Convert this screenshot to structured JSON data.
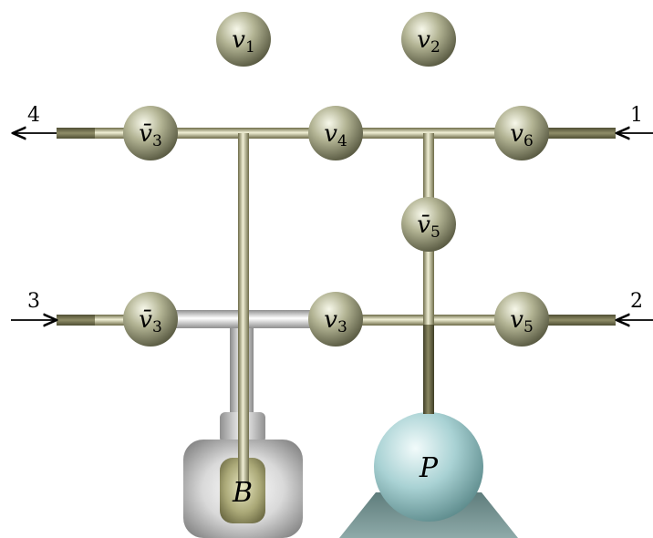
{
  "valves": {
    "v1": {
      "name": "v",
      "sub": "1"
    },
    "v2": {
      "name": "v",
      "sub": "2"
    },
    "v3bar_top": {
      "name": "v̄",
      "sub": "3"
    },
    "v4": {
      "name": "v",
      "sub": "4"
    },
    "v6": {
      "name": "v",
      "sub": "6"
    },
    "v5bar": {
      "name": "v̄",
      "sub": "5"
    },
    "v3bar_bottom": {
      "name": "v̄",
      "sub": "3"
    },
    "v3": {
      "name": "v",
      "sub": "3"
    },
    "v5": {
      "name": "v",
      "sub": "5"
    }
  },
  "ports": {
    "p1": "1",
    "p2": "2",
    "p3": "3",
    "p4": "4"
  },
  "components": {
    "bottle_label": "B",
    "pump_label": "P"
  },
  "colors": {
    "pipe": "#b3b28a",
    "pipe_dark": "#5e5d3f",
    "valve": "#a7a88a",
    "silver": "#b9b9b9",
    "pump": "#a9d4d6",
    "pump_base": "#6f8d8c"
  }
}
